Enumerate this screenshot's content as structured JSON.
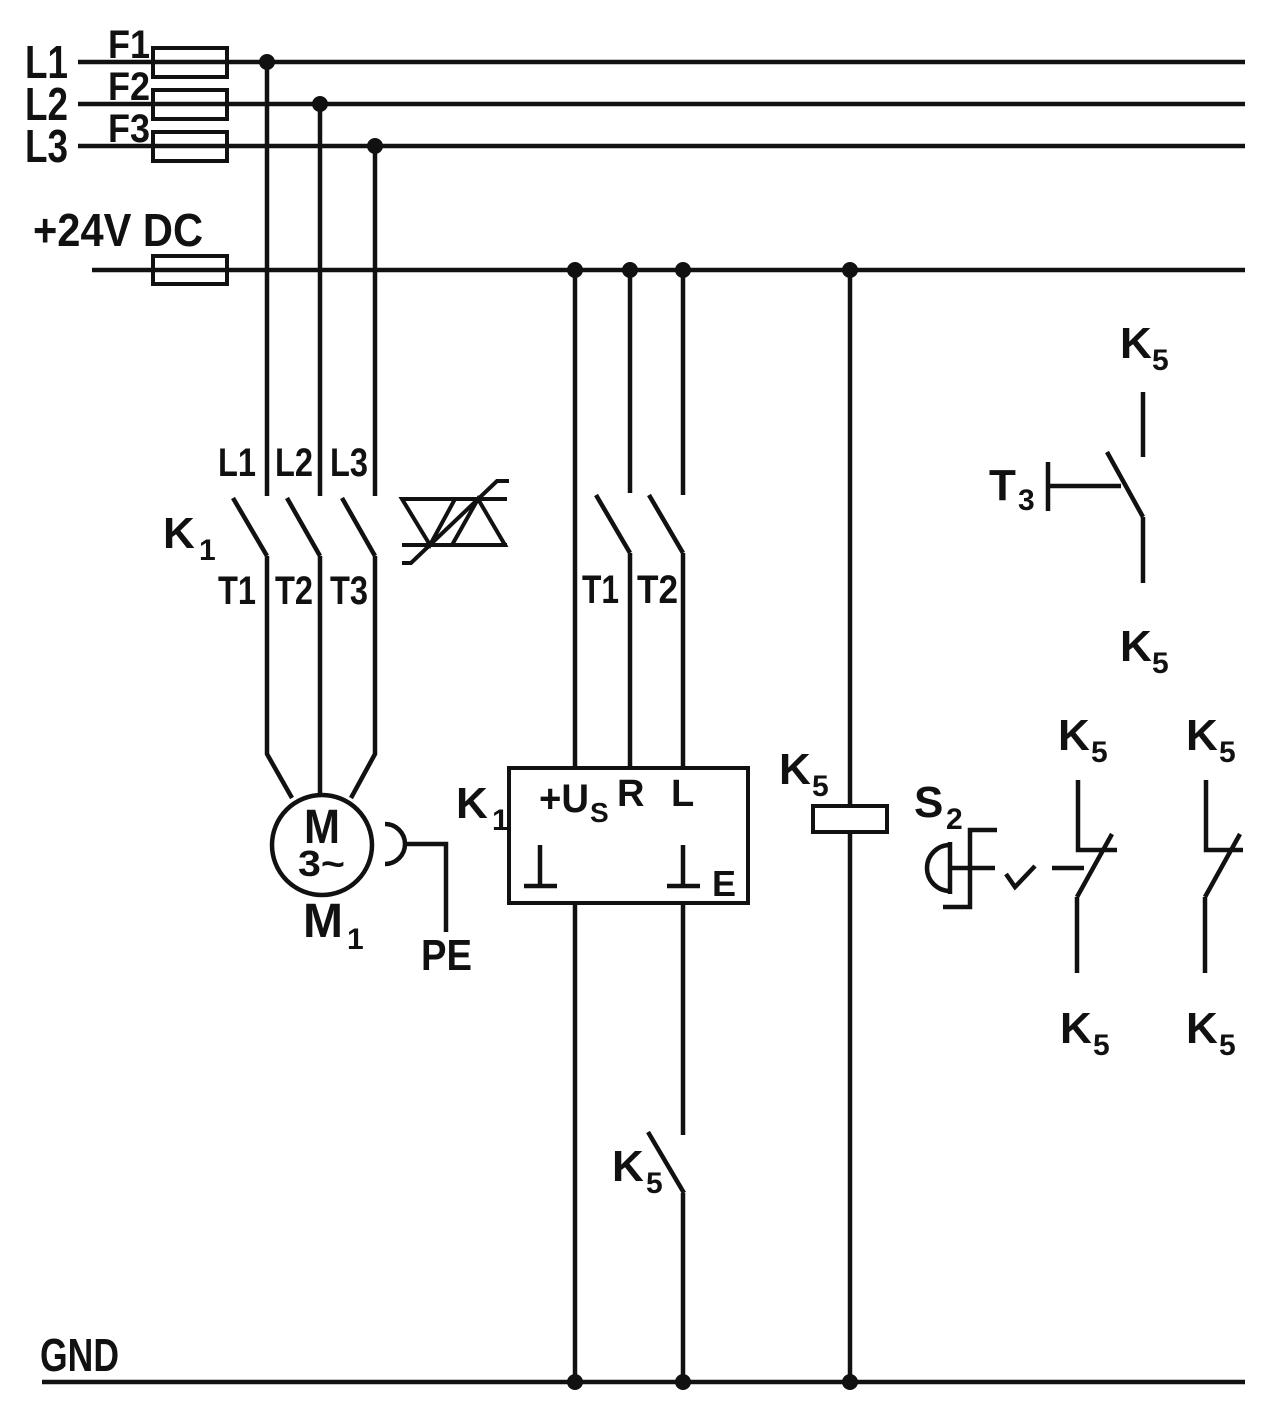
{
  "rails": {
    "l1": {
      "label": "L1",
      "fuse": "F1"
    },
    "l2": {
      "label": "L2",
      "fuse": "F2"
    },
    "l3": {
      "label": "L3",
      "fuse": "F3"
    },
    "dc24": {
      "label": "+24V DC"
    },
    "gnd": {
      "label": "GND"
    }
  },
  "contactor_k1": {
    "label": {
      "base": "K",
      "sub": "1"
    },
    "top": [
      "L1",
      "L2",
      "L3"
    ],
    "bottom": [
      "T1",
      "T2",
      "T3"
    ]
  },
  "motor_m1": {
    "letter": "M",
    "phases": "3~",
    "label": {
      "base": "M",
      "sub": "1"
    },
    "pe": "PE"
  },
  "controller_k1": {
    "label": {
      "base": "K",
      "sub": "1"
    },
    "inputs": [
      "T1",
      "T2"
    ],
    "us": {
      "base": "+U",
      "sub": "S"
    },
    "r": "R",
    "l": "L",
    "e": "E"
  },
  "relay_k5": {
    "label": {
      "base": "K",
      "sub": "5"
    }
  },
  "k5": {
    "base": "K",
    "sub": "5"
  },
  "s2": {
    "base": "S",
    "sub": "2"
  },
  "t3": {
    "base": "T",
    "sub": "3"
  }
}
